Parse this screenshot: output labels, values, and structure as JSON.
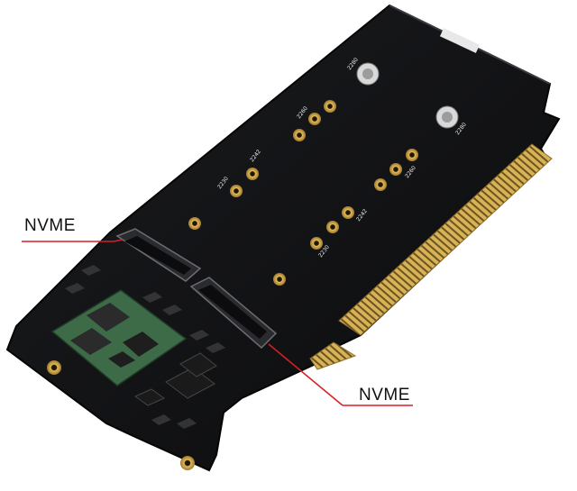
{
  "callouts": {
    "left": "NVME",
    "right": "NVME"
  },
  "silkscreen": {
    "top_a": "2280",
    "top_b": "2280",
    "top_c": "2260",
    "top_d": "2242",
    "top_e": "2230",
    "low_a": "2260",
    "low_b": "2242",
    "low_c": "2230"
  },
  "colors": {
    "pcb": "#111214",
    "gold": "#c9a24a",
    "leader": "#d81f26",
    "module": "#3e6b47",
    "background": "#ffffff"
  }
}
